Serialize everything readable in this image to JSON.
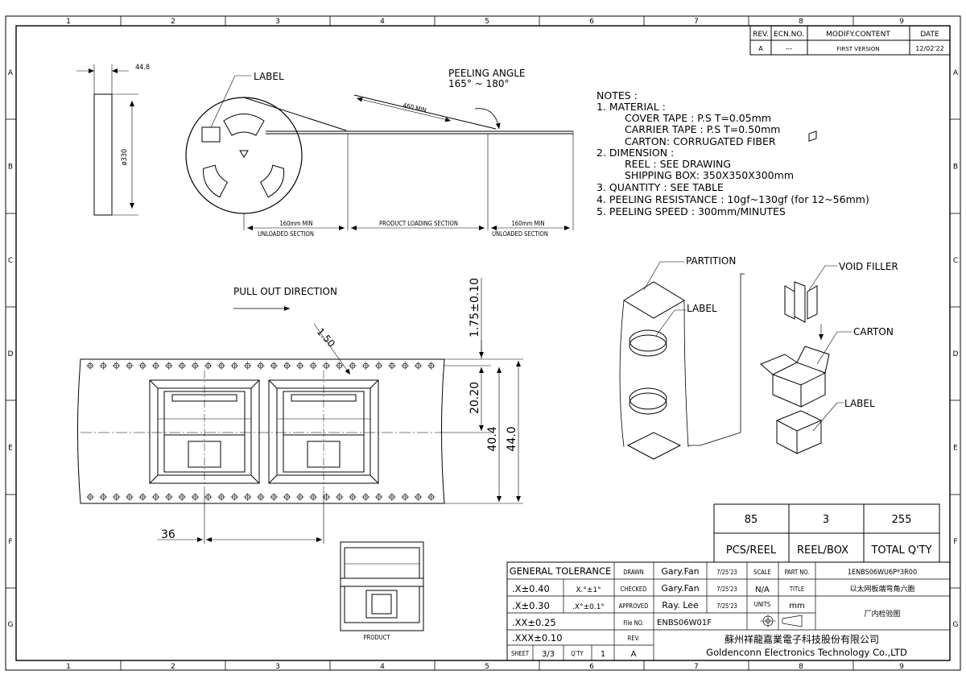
{
  "border": {
    "columns": [
      "1",
      "2",
      "3",
      "4",
      "5",
      "6",
      "7",
      "8",
      "9"
    ],
    "rows": [
      "A",
      "B",
      "C",
      "D",
      "E",
      "F",
      "G"
    ]
  },
  "revision_table": {
    "headers": [
      "REV.",
      "ECN.NO.",
      "MODIFY.CONTENT",
      "DATE"
    ],
    "row": [
      "A",
      "---",
      "FIRST VERSION",
      "12/02'22"
    ]
  },
  "reel_side": {
    "width": "44.8",
    "diameter": "ø330"
  },
  "reel_front": {
    "label": "LABEL"
  },
  "peeling": {
    "title": "PEELING ANGLE",
    "range": "165° ~ 180°",
    "length": "460 MIN."
  },
  "tape_sections": [
    {
      "top": "160mm MIN",
      "bottom": "UNLOADED SECTION"
    },
    {
      "top": "PRODUCT LOADING SECTION",
      "bottom": ""
    },
    {
      "top": "160mm MIN",
      "bottom": "UNLOADED SECTION"
    }
  ],
  "notes": {
    "title": "NOTES :",
    "lines": [
      "1. MATERIAL :",
      "COVER TAPE : P.S T=0.05mm",
      "CARRIER TAPE : P.S T=0.50mm",
      "CARTON: CORRUGATED FIBER",
      "2. DIMENSION :",
      "REEL : SEE DRAWING",
      "SHIPPING BOX: 350X350X300mm",
      "3. QUANTITY : SEE TABLE",
      "4. PEELING RESISTANCE : 10gf~130gf (for 12~56mm)",
      "5. PEELING SPEED : 300mm/MINUTES"
    ]
  },
  "packing": {
    "partition": "PARTITION",
    "label_reel": "LABEL",
    "void_filler": "VOID FILLER",
    "carton": "CARTON",
    "label_box": "LABEL"
  },
  "tape_drawing": {
    "pull_out": "PULL OUT DIRECTION",
    "dim_150": "1.50",
    "dim_175": "1.75±0.10",
    "dim_2020": "20.20",
    "dim_404": "40.4",
    "dim_440": "44.0",
    "dim_36": "36",
    "product": "PRODUCT"
  },
  "quantity": {
    "values": [
      "85",
      "3",
      "255"
    ],
    "labels": [
      "PCS/REEL",
      "REEL/BOX",
      "TOTAL Q'TY"
    ]
  },
  "title_block": {
    "general_tolerance": "GENERAL TOLERANCE",
    "tol": [
      ".X±0.40",
      ".X±0.30",
      ".XX±0.25",
      ".XXX±0.10"
    ],
    "angle_tol": [
      "X.°±1°",
      ".X°±0.1°"
    ],
    "drawn_label": "DRAWN",
    "checked_label": "CHECKED",
    "approved_label": "APPROVED",
    "drawn_name": "Gary.Fan",
    "checked_name": "Gary.Fan",
    "approved_name": "Ray. Lee",
    "drawn_date": "7/25'23",
    "checked_date": "7/25'23",
    "approved_date": "7/25'23",
    "scale_label": "SCALE",
    "scale": "N/A",
    "units_label": "UNITS",
    "units": "mm",
    "part_no_label": "PART NO.",
    "part_no": "1ENBS06WU6P*3R00",
    "title_label": "TITLE",
    "title": "以太网板端弯角六胞",
    "drawing_type": "厂内检验图",
    "file_no_label": "File NO.",
    "file_no": "ENBS06W01F",
    "rev_label": "REV.",
    "rev": "A",
    "sheet_label": "SHEET",
    "sheet": "3/3",
    "qty_label": "Q'TY",
    "qty": "1",
    "company_cn": "蘇州祥龍嘉業電子科技股份有限公司",
    "company_en": "Goldenconn Electronics Technology Co.,LTD"
  }
}
